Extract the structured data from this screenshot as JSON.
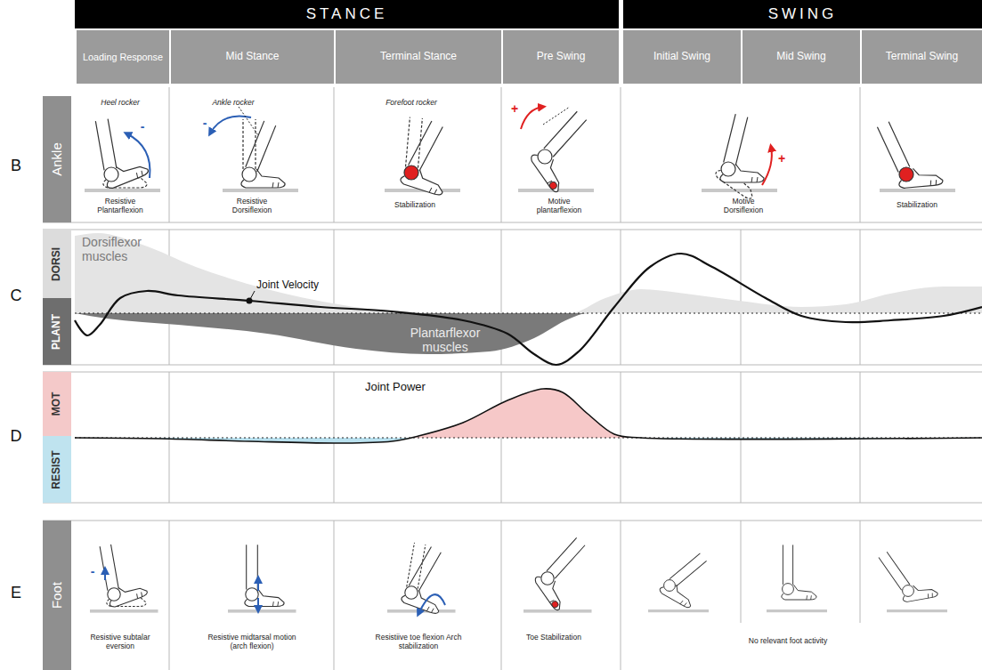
{
  "diagram": {
    "nodes": [
      {
        "text": [
          "STANCE"
        ]
      },
      {
        "text": [
          "SWING"
        ]
      },
      {
        "text": [
          "Loading Response"
        ]
      },
      {
        "text": [
          "Mid Stance"
        ]
      },
      {
        "text": [
          "Terminal Stance"
        ]
      },
      {
        "text": [
          "Pre Swing"
        ]
      },
      {
        "text": [
          "Initial Swing"
        ]
      },
      {
        "text": [
          "Mid Swing"
        ]
      },
      {
        "text": [
          "Terminal Swing"
        ]
      },
      {
        "text": [
          "Ankle"
        ]
      },
      {
        "text": [
          "DORSI"
        ]
      },
      {
        "text": [
          "PLANT"
        ]
      },
      {
        "text": [
          "MOT"
        ]
      },
      {
        "text": [
          "RESIST"
        ]
      },
      {
        "text": [
          "Foot"
        ]
      }
    ],
    "labels": [
      "B",
      "C",
      "D",
      "E",
      "Heel rocker",
      "Ankle rocker",
      "Forefoot rocker",
      "Resistive Plantarflexion",
      "Resistive Dorsiflexion",
      "Stabilization",
      "Motive plantarflexion",
      "Motive Dorsiflexion",
      "Stabilization",
      "-",
      "-",
      "+",
      "+",
      "Dorsiflexor muscles",
      "Joint Velocity",
      "Plantarflexor muscles",
      "Joint Power",
      "Resistive subtalar eversion",
      "Resistive midtarsal motion (arch flexion)",
      "Resistiive toe flexion Arch stabilization",
      "Toe Stabilization",
      "No relevant foot activity",
      "-"
    ]
  }
}
